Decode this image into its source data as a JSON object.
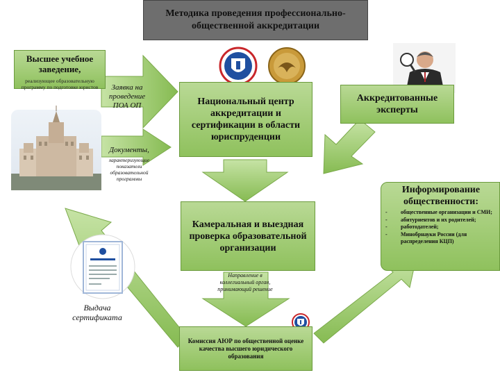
{
  "title": "Методика проведения профессионально-общественной аккредитации",
  "university": {
    "title": "Высшее учебное заведение,",
    "subtitle": "реализующее образовательную программу по подготовке юристов"
  },
  "request_label": "Заявка на проведение ПОА ОП",
  "documents": {
    "label": "Документы,",
    "subtitle": "характеризующие показатели образовательной программы"
  },
  "national_center": "Национальный центр аккредитации и сертификации в области юриспруденции",
  "experts": "Аккредитованные эксперты",
  "inspection": "Камеральная и выездная проверка образовательной организации",
  "decision_label": "Направление в коллегиальный орган, принимающий решение",
  "commission": "Комиссия АЮР по общественной оценке качества высшего юридического образования",
  "certificate_label": "Выдача сертификата",
  "informing": {
    "title": "Информирование общественности:",
    "items": [
      {
        "bullet": "-",
        "text": "общественные организации и СМИ;"
      },
      {
        "bullet": "-",
        "text": "абитуриентов и их родителей;"
      },
      {
        "bullet": "-",
        "text": "работодателей;"
      },
      {
        "bullet": "-",
        "text": "Минобрнауки России (для распределения КЦП)"
      }
    ]
  },
  "colors": {
    "box_green": "#a6cf7b",
    "arrow_green": "#9ccb6c",
    "title_gray": "#6e6e6e",
    "logo_blue": "#1f4fa0",
    "logo_red": "#c8262a",
    "logo_gold": "#b8892a"
  },
  "icons": [
    "university-building-image",
    "ajur-emblem-icon",
    "eagle-medal-icon",
    "expert-magnifier-image",
    "certificate-image",
    "ajur-small-emblem-icon"
  ]
}
